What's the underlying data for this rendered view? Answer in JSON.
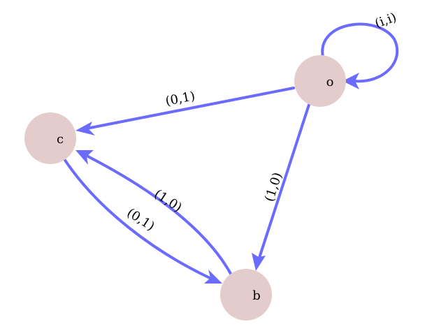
{
  "nodes": {
    "o": {
      "label": "o"
    },
    "c": {
      "label": "c"
    },
    "b": {
      "label": "b"
    }
  },
  "edges": {
    "o_o": {
      "from": "o",
      "to": "o",
      "label": "(i,i)"
    },
    "o_c": {
      "from": "o",
      "to": "c",
      "label": "(0,1)"
    },
    "o_b": {
      "from": "o",
      "to": "b",
      "label": "(1,0)"
    },
    "b_c": {
      "from": "b",
      "to": "c",
      "label": "(1,0)"
    },
    "c_b": {
      "from": "c",
      "to": "b",
      "label": "(0,1)"
    }
  },
  "colors": {
    "edge": "#6b6bff",
    "node_fill": "#e4cccc",
    "text": "#000000"
  }
}
